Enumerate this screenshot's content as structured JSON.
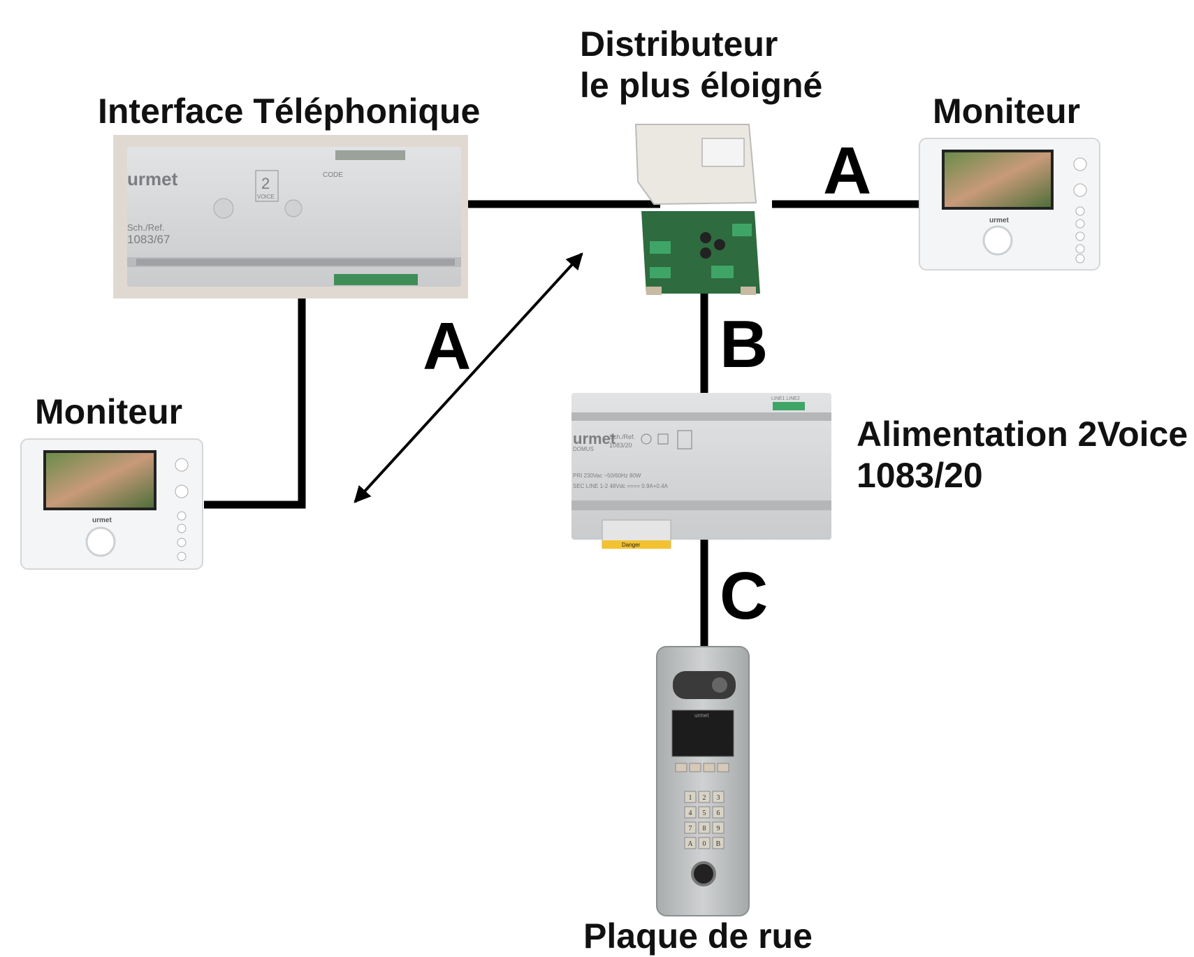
{
  "labels": {
    "interface": "Interface Téléphonique",
    "distributeur_line1": "Distributeur",
    "distributeur_line2": "le plus éloigné",
    "moniteur_right": "Moniteur",
    "moniteur_left": "Moniteur",
    "alimentation_line1": "Alimentation 2Voice",
    "alimentation_line2": "1083/20",
    "plaque": "Plaque de rue"
  },
  "connections": {
    "a_right": "A",
    "a_diagonal": "A",
    "b": "B",
    "c": "C"
  },
  "devices": {
    "interface": {
      "brand": "urmet",
      "ref_label": "Sch./Ref.",
      "ref": "1083/67",
      "badge": "2",
      "badge_sub": "VOICE",
      "code": "CODE"
    },
    "alimentation": {
      "brand": "urmet",
      "brand_sub": "DOMUS",
      "ref_label": "Sch./Ref.",
      "ref": "1083/20",
      "spec1": "PRI 230Vac ~50/60Hz 80W",
      "spec2": "SEC LINE 1-2 48Vdc ==== 0.9A+0.4A",
      "danger": "Danger",
      "lines": "LINE1 LINE2"
    },
    "monitor_brand": "urmet",
    "plaque_brand": "urmet",
    "keypad": [
      "1",
      "2",
      "3",
      "4",
      "5",
      "6",
      "7",
      "8",
      "9",
      "A",
      "0",
      "B"
    ]
  },
  "colors": {
    "line": "#000000",
    "device_grey": "#d6d8da",
    "pcb_green": "#2e6b3f",
    "monitor_white": "#f4f5f6",
    "plaque_steel": "#bfc2c3"
  }
}
